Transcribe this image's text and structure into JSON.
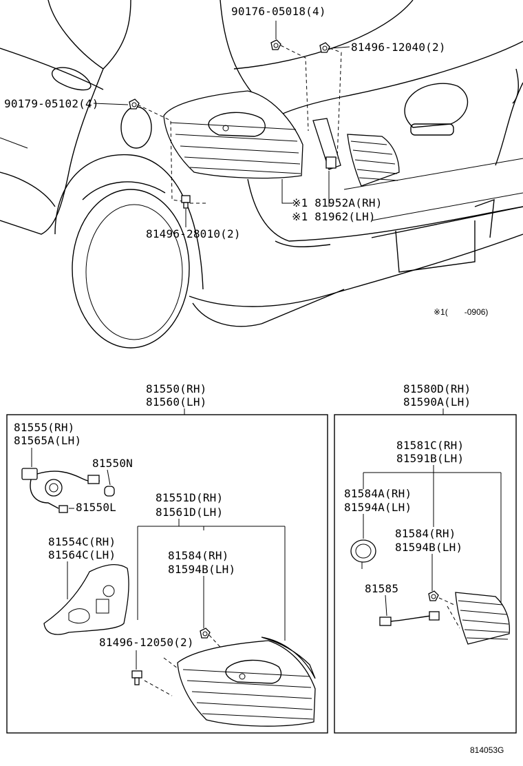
{
  "top": {
    "part_90176": "90176-05018(4)",
    "part_81496_12040": "81496-12040(2)",
    "part_90179": "90179-05102(4)",
    "part_81952A": "※1 81952A(RH)",
    "part_81962": "※1 81962(LH)",
    "part_81496_28010": "81496-28010(2)",
    "footnote": "※1(　　-0906)"
  },
  "left_box": {
    "header_rh": "81550(RH)",
    "header_lh": "81560(LH)",
    "socket_rh": "81555(RH)",
    "socket_lh": "81565A(LH)",
    "bulb_n": "81550N",
    "bulb_l": "81550L",
    "lens_rh": "81551D(RH)",
    "lens_lh": "81561D(LH)",
    "gasket_rh": "81554C(RH)",
    "gasket_lh": "81564C(LH)",
    "nut_rh": "81584(RH)",
    "nut_lh": "81594B(LH)",
    "screw": "81496-12050(2)"
  },
  "right_box": {
    "header_rh": "81580D(RH)",
    "header_lh": "81590A(LH)",
    "lens_rh": "81581C(RH)",
    "lens_lh": "81591B(LH)",
    "gasket_rh": "81584A(RH)",
    "gasket_lh": "81594A(LH)",
    "nut_rh": "81584(RH)",
    "nut_lh": "81594B(LH)",
    "socket": "81585"
  },
  "catalog_code": "814053G"
}
